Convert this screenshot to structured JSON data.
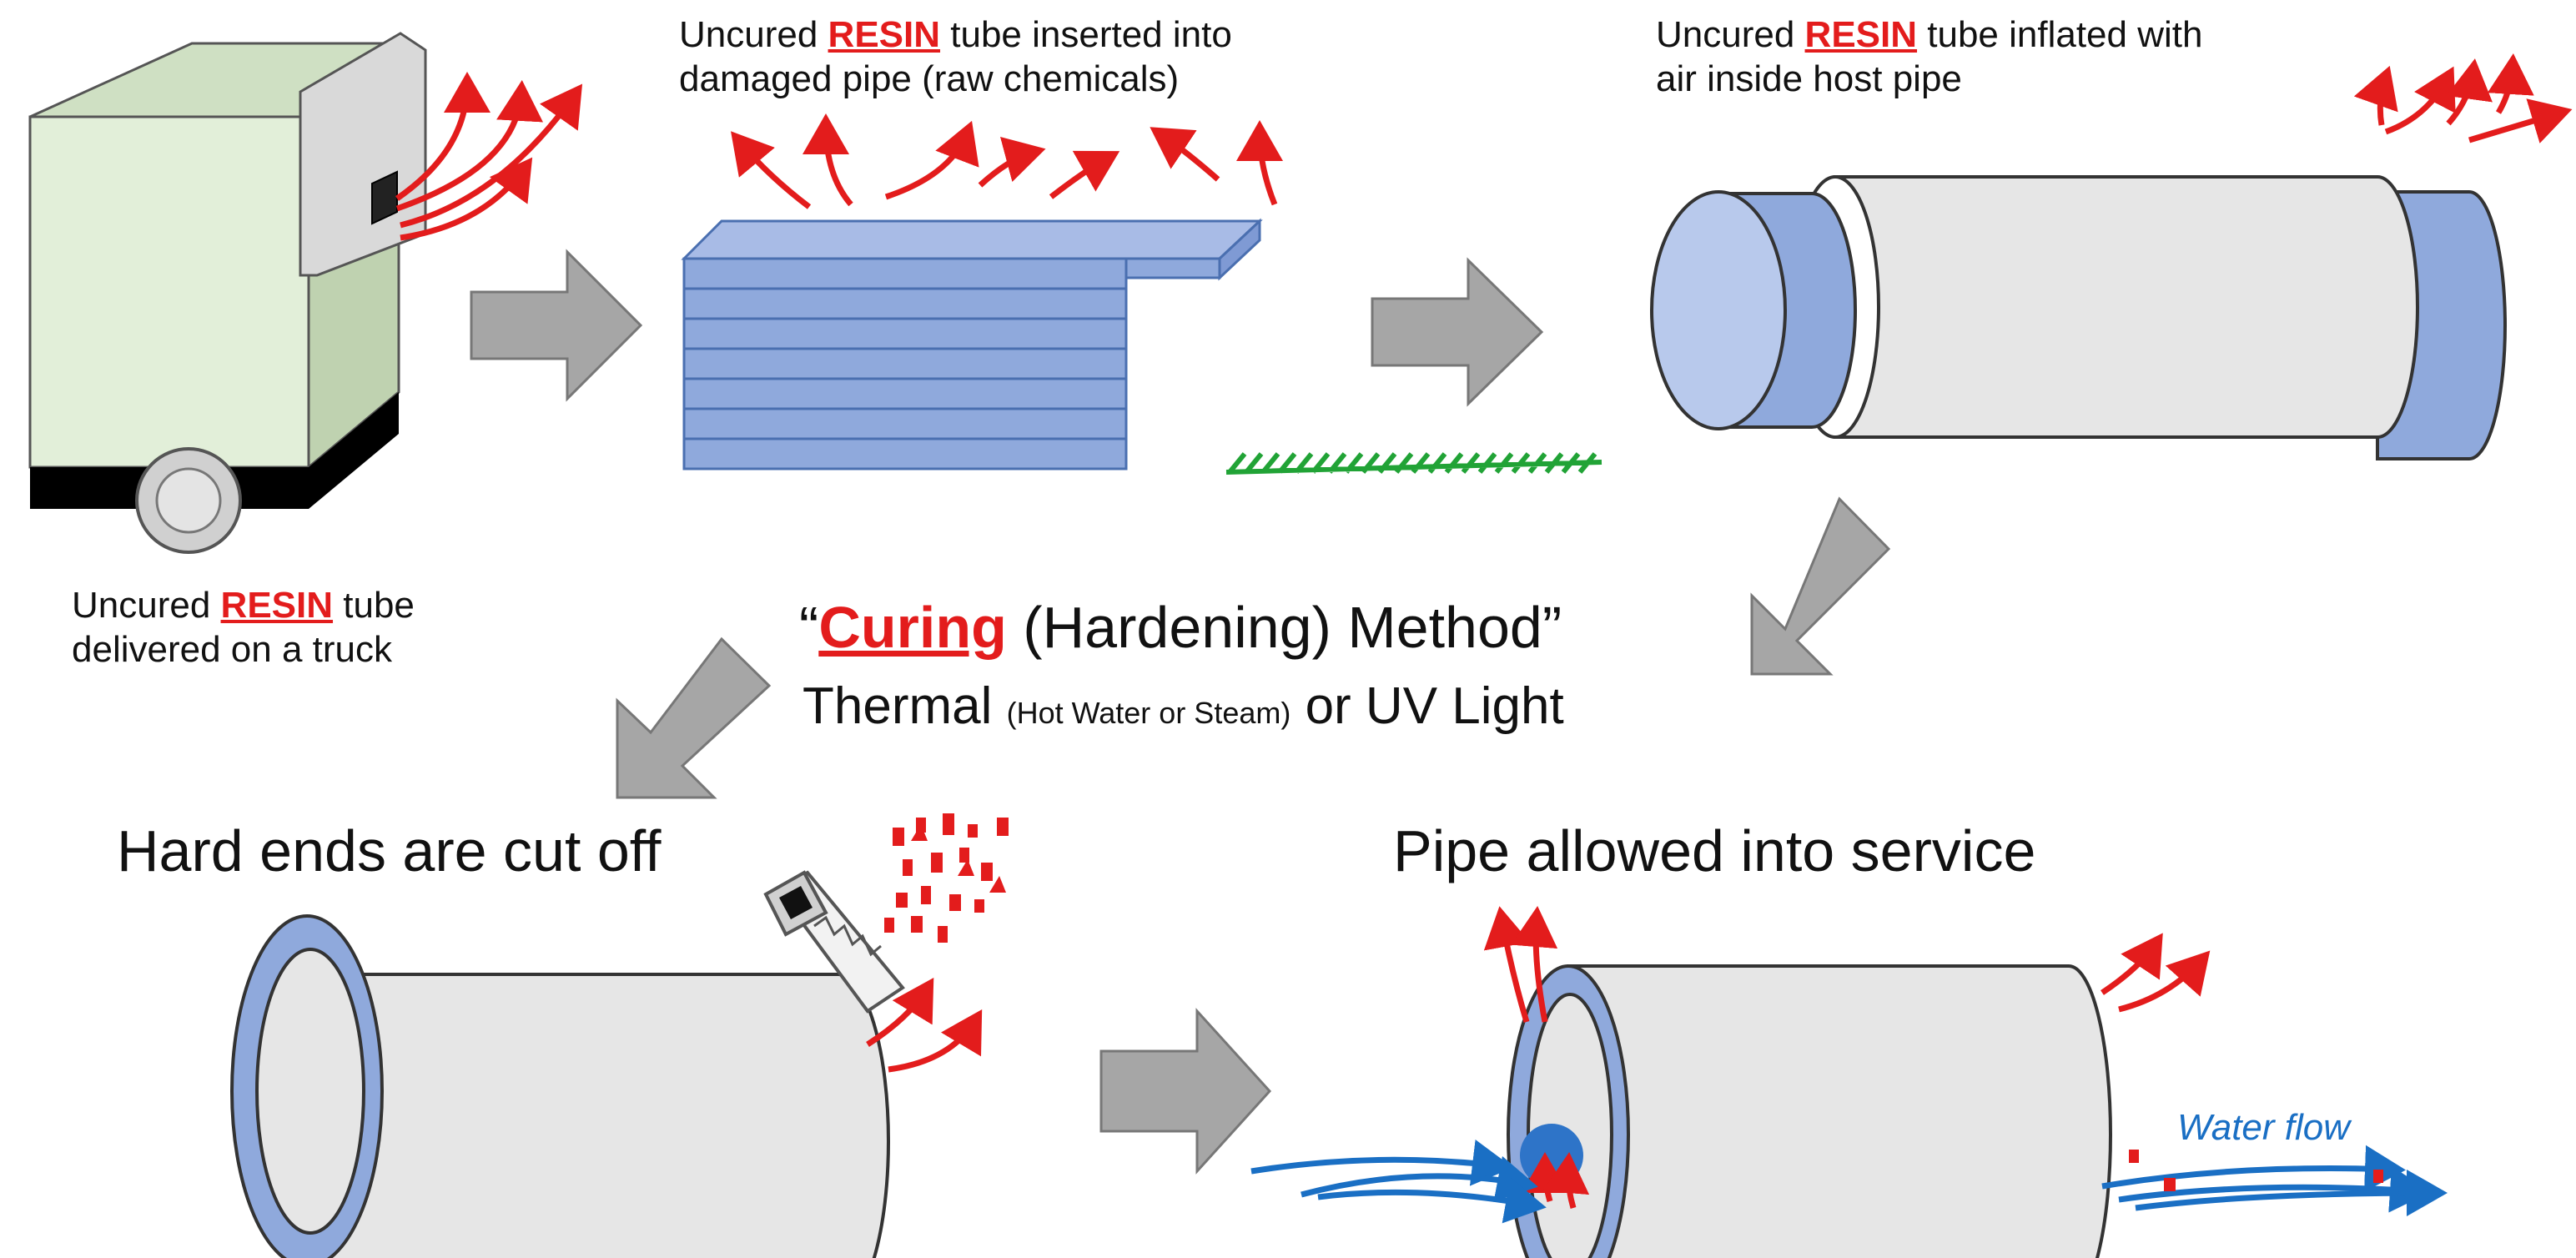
{
  "colors": {
    "resin_red": "#e31c1c",
    "pipe_blue": "#8fa9dc",
    "pipe_gray": "#e6e6e6",
    "arrow_gray": "#a6a6a6",
    "water_blue": "#1a6fc4",
    "truck_green": "#e2efd9",
    "grass_green": "#21a336"
  },
  "steps": {
    "truck": {
      "pre": "Uncured ",
      "resin": "RESIN",
      "post": " tube",
      "line2": "delivered on a truck"
    },
    "insert": {
      "pre": "Uncured ",
      "resin": "RESIN",
      "post": " tube inserted into",
      "line2": "damaged pipe (raw chemicals)"
    },
    "inflate": {
      "pre": "Uncured ",
      "resin": "RESIN",
      "post": " tube inflated with",
      "line2": "air inside host pipe"
    }
  },
  "curing": {
    "quote_open": "“",
    "word": "Curing",
    "rest": " (Hardening) Method”",
    "thermal": "Thermal ",
    "thermal_detail": "(Hot Water or Steam)",
    "or_uv": " or UV Light"
  },
  "cut": {
    "title": "Hard ends are cut off"
  },
  "service": {
    "title": "Pipe allowed into service",
    "flow_label": "Water flow"
  },
  "icons": [
    "truck-icon",
    "resin-tube-stack-icon",
    "pipe-cylinder-icon",
    "saw-icon",
    "process-arrow-icon",
    "fume-arrow-icon",
    "water-flow-arrow-icon"
  ]
}
